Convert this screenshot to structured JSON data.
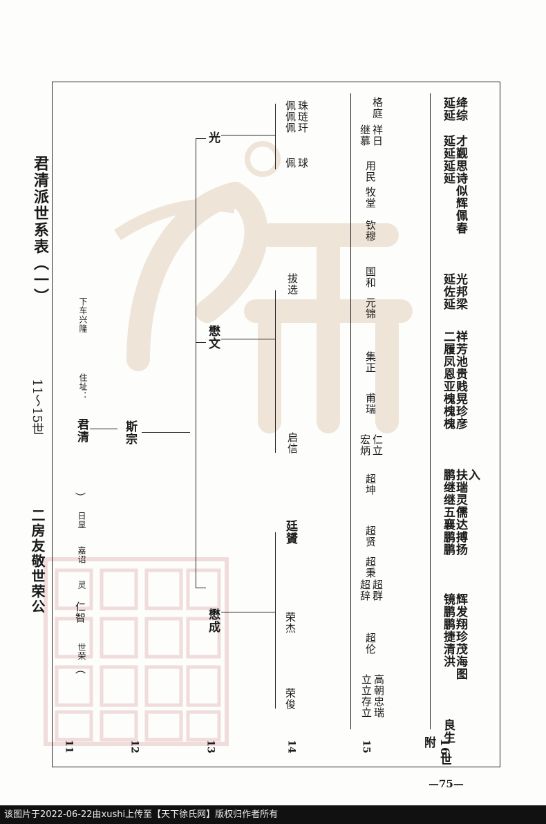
{
  "titles": {
    "branch": "二房友敬世荣公",
    "range": "11～15世",
    "lineage": "君清派世系表（一）"
  },
  "address": {
    "label": "住址：",
    "value": "下车兴隆"
  },
  "header_note": {
    "open": "（",
    "shirong": "世荣",
    "renzhi": "仁智",
    "ling": "灵",
    "jiazhao": "嘉诏",
    "rixian": "日显",
    "close": "）"
  },
  "generations": [
    "11",
    "12",
    "13",
    "14",
    "15",
    "附",
    "16",
    "世"
  ],
  "gen11": {
    "junqing": "君清"
  },
  "gen12": {
    "sizong": "斯宗"
  },
  "gen13": {
    "guang": "光",
    "maowen": "懋文",
    "maocheng": "懋成"
  },
  "gen14": [
    "佩佩佩",
    "佩",
    "拔选",
    "启信",
    "廷贇",
    "荣杰",
    "荣俊"
  ],
  "gen14_sub": {
    "a": "珠琏玕",
    "b": "球"
  },
  "gen15": [
    "格庭",
    "继慕",
    "祥日",
    "用民",
    "牧堂",
    "钦穆",
    "国和",
    "元锦",
    "集正",
    "甫瑞",
    "宏炳",
    "仁立",
    "超坤",
    "超贤",
    "超秉",
    "超辞",
    "超群",
    "超伦",
    "立立存立",
    "高朝忠瑞"
  ],
  "gen16": [
    "延延",
    "绛综",
    "延延延延",
    "才觐思诗似辉佩春",
    "延佐延",
    "光邦梁",
    "二履凤恩亚槐槐槐",
    "祥芳池贵贱晃珍彦",
    "鹏继继五襄鹏鹏",
    "扶瑞灵儒达搏扬",
    "入",
    "镜鹏鹏捷清洪",
    "辉发翔珍茂海图",
    "良生"
  ],
  "page_number": "—75—",
  "footer": "该图片于2022-06-22由xushi上传至【天下徐氏网】版权归作者所有",
  "colors": {
    "watermark": "#c8a77a",
    "seal": "#d9a0a0",
    "ink": "#1a1a1a"
  }
}
